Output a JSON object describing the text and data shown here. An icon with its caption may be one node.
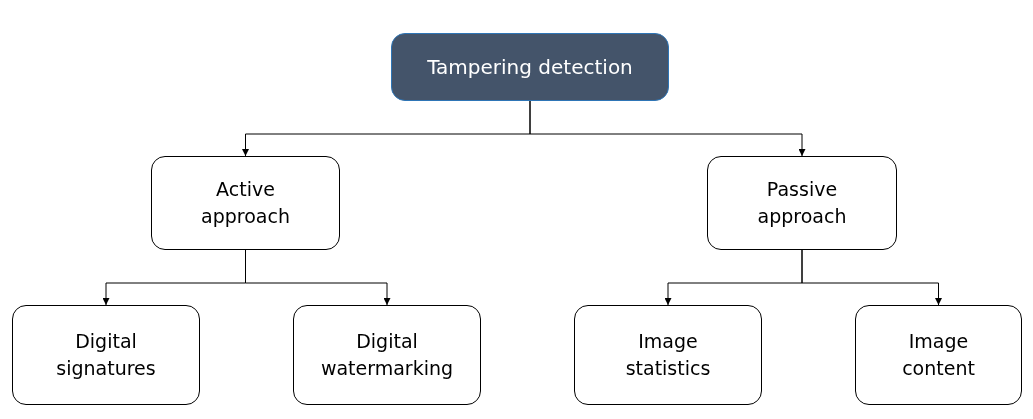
{
  "diagram": {
    "nodes": [
      {
        "text": [
          "Tampering detection"
        ]
      },
      {
        "text": [
          "Active approach"
        ]
      },
      {
        "text": [
          "Passive approach"
        ]
      },
      {
        "text": [
          "Digital signatures"
        ]
      },
      {
        "text": [
          "Digital watermarking"
        ]
      },
      {
        "text": [
          "Image statistics"
        ]
      },
      {
        "text": [
          "Image content"
        ]
      }
    ],
    "edges": [
      {
        "from": 0,
        "to": 1,
        "arrow": "to"
      },
      {
        "from": 0,
        "to": 2,
        "arrow": "to"
      },
      {
        "from": 1,
        "to": 3,
        "arrow": "to"
      },
      {
        "from": 1,
        "to": 4,
        "arrow": "to"
      },
      {
        "from": 2,
        "to": 5,
        "arrow": "to"
      },
      {
        "from": 2,
        "to": 6,
        "arrow": "to"
      }
    ]
  }
}
